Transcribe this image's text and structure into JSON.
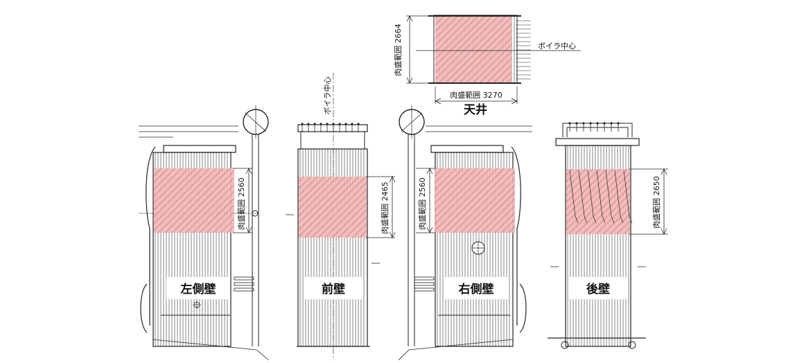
{
  "colors": {
    "overlay_fill": "#f2b8b8",
    "overlay_hatch": "#c0454a",
    "line": "#222222",
    "background": "#ffffff"
  },
  "views": {
    "ceiling": {
      "label": "天井",
      "dim_vertical": "肉盛範囲 2664",
      "dim_horizontal": "肉盛範囲 3270",
      "center_note": "ボイラ中心"
    },
    "left_wall": {
      "label": "左側壁",
      "dim": "肉盛範囲 2560"
    },
    "front_wall": {
      "label": "前壁",
      "dim": "肉盛範囲 2465",
      "center_note": "ボイラ中心"
    },
    "right_wall": {
      "label": "右側壁",
      "dim": "肉盛範囲 2560"
    },
    "rear_wall": {
      "label": "後壁",
      "dim": "肉盛範囲 2650"
    }
  }
}
